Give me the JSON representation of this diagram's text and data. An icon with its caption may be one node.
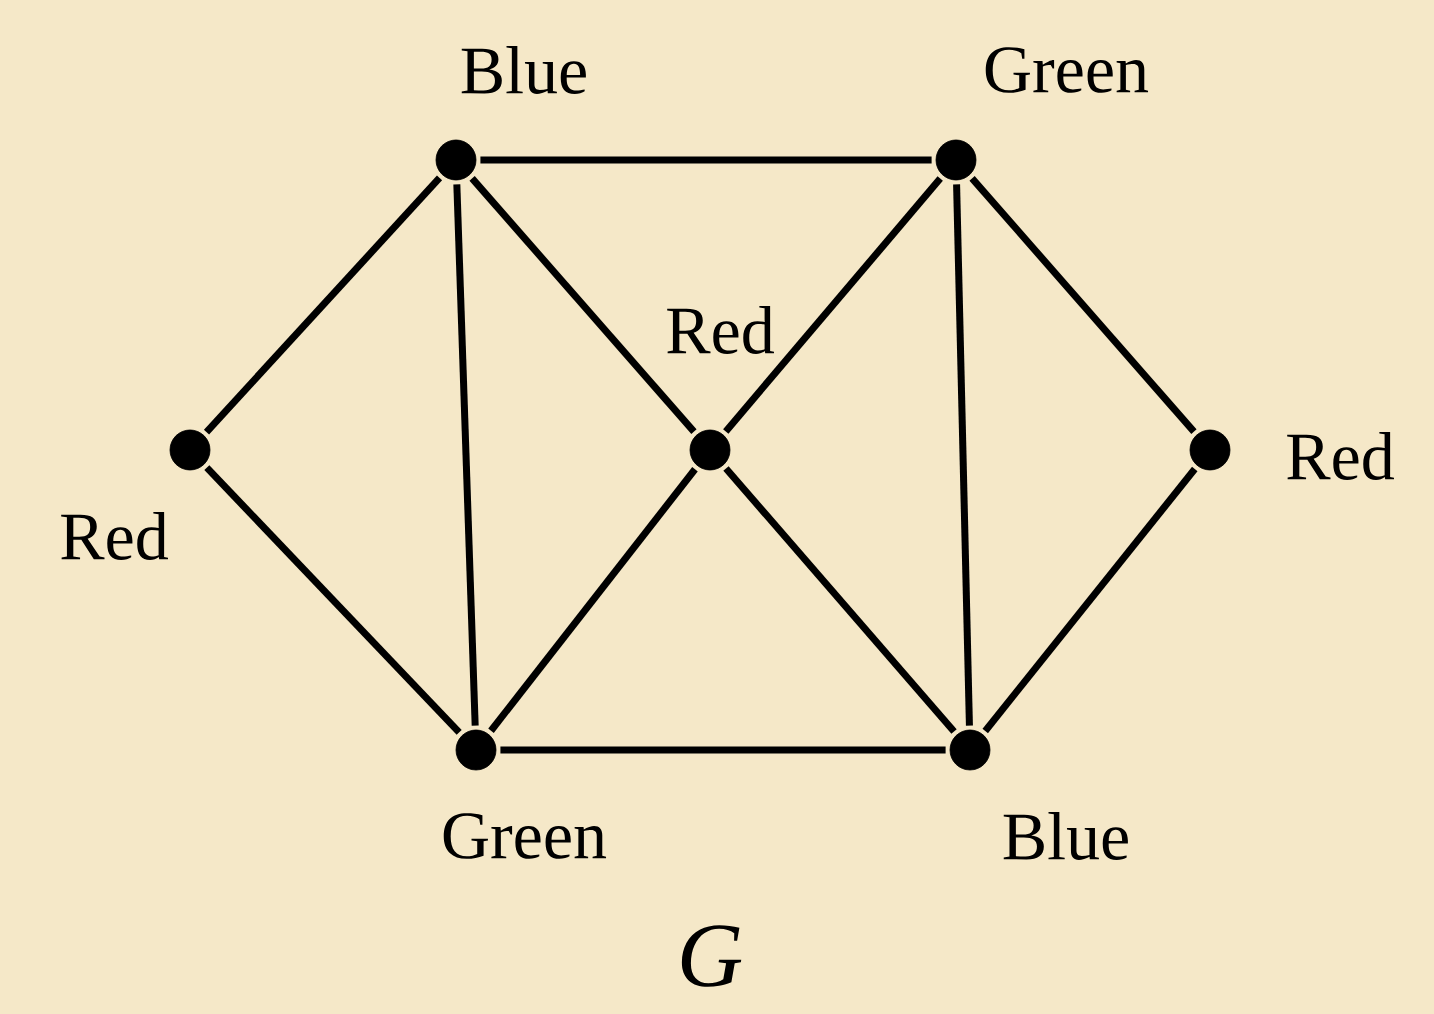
{
  "diagram": {
    "caption": "G",
    "nodes": [
      {
        "text": [],
        "shape": "circle",
        "beside": [
          "Blue"
        ]
      },
      {
        "text": [],
        "shape": "circle",
        "beside": [
          "Green"
        ]
      },
      {
        "text": [],
        "shape": "circle",
        "beside": [
          "Red"
        ]
      },
      {
        "text": [],
        "shape": "circle",
        "beside": [
          "Red"
        ]
      },
      {
        "text": [],
        "shape": "circle",
        "beside": [
          "Red"
        ]
      },
      {
        "text": [],
        "shape": "circle",
        "beside": [
          "Green"
        ]
      },
      {
        "text": [],
        "shape": "circle",
        "beside": [
          "Blue"
        ]
      }
    ],
    "edges": [
      {
        "from": 0,
        "to": 1,
        "arrow": "none"
      },
      {
        "from": 0,
        "to": 3,
        "arrow": "none"
      },
      {
        "from": 0,
        "to": 5,
        "arrow": "none"
      },
      {
        "from": 0,
        "to": 2,
        "arrow": "none"
      },
      {
        "from": 1,
        "to": 2,
        "arrow": "none"
      },
      {
        "from": 1,
        "to": 6,
        "arrow": "none"
      },
      {
        "from": 1,
        "to": 4,
        "arrow": "none"
      },
      {
        "from": 3,
        "to": 5,
        "arrow": "none"
      },
      {
        "from": 2,
        "to": 5,
        "arrow": "none"
      },
      {
        "from": 2,
        "to": 6,
        "arrow": "none"
      },
      {
        "from": 5,
        "to": 6,
        "arrow": "none"
      },
      {
        "from": 4,
        "to": 6,
        "arrow": "none"
      }
    ]
  }
}
